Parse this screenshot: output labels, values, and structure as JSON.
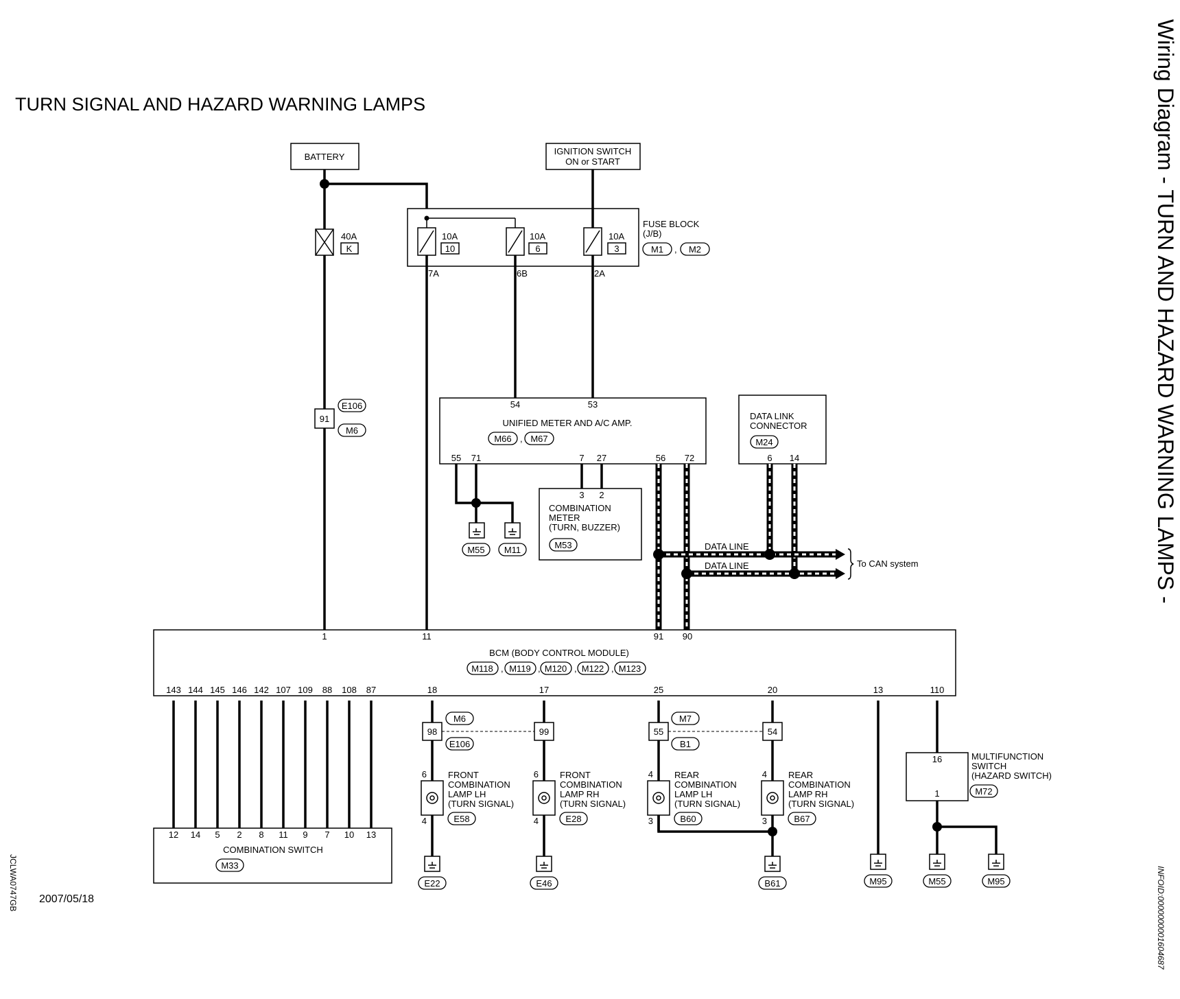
{
  "title": "TURN SIGNAL AND HAZARD WARNING LAMPS",
  "side_title": "Wiring Diagram - TURN AND HAZARD WARNING LAMPS -",
  "code_left": "JCLWA0747GB",
  "code_right": "INFOID:0000000001604687",
  "date": "2007/05/18",
  "battery": "BATTERY",
  "ignition": [
    "IGNITION SWITCH",
    "ON or START"
  ],
  "fuse_block": {
    "label": [
      "FUSE BLOCK",
      "(J/B)"
    ],
    "connectors": [
      "M1",
      "M2"
    ],
    "fuses": [
      {
        "amp": "10A",
        "num": "10",
        "terminal": "7A"
      },
      {
        "amp": "10A",
        "num": "6",
        "terminal": "6B"
      },
      {
        "amp": "10A",
        "num": "3",
        "terminal": "2A"
      }
    ]
  },
  "main_fuse": {
    "amp": "40A",
    "letter": "K"
  },
  "connector_91": {
    "pin": "91",
    "conns": [
      "E106",
      "M6"
    ]
  },
  "meter": {
    "label": "UNIFIED METER AND A/C AMP.",
    "connectors": [
      "M66",
      "M67"
    ],
    "top_pins": [
      "54",
      "53"
    ],
    "bottom_pins": [
      "55",
      "71",
      "7",
      "27",
      "56",
      "72"
    ]
  },
  "combination_meter": {
    "label": [
      "COMBINATION",
      "METER",
      "(TURN, BUZZER)"
    ],
    "connector": "M53",
    "pins": [
      "3",
      "2"
    ]
  },
  "dlc": {
    "label": [
      "DATA LINK",
      "CONNECTOR"
    ],
    "connector": "M24",
    "pins": [
      "6",
      "14"
    ]
  },
  "data_line": [
    "DATA LINE",
    "DATA LINE"
  ],
  "can_label": "To CAN system",
  "meter_grounds": [
    "M55",
    "M11"
  ],
  "bcm": {
    "label": "BCM (BODY CONTROL MODULE)",
    "connectors": [
      "M118",
      "M119",
      "M120",
      "M122",
      "M123"
    ],
    "top_pins": [
      "1",
      "11",
      "91",
      "90"
    ],
    "bottom_left_pins": [
      "143",
      "144",
      "145",
      "146",
      "142",
      "107",
      "109",
      "88",
      "108",
      "87"
    ],
    "bottom_pins": [
      "18",
      "17",
      "25",
      "20",
      "13",
      "110"
    ]
  },
  "combination_switch": {
    "label": "COMBINATION SWITCH",
    "connector": "M33",
    "pins": [
      "12",
      "14",
      "5",
      "2",
      "8",
      "11",
      "9",
      "7",
      "10",
      "13"
    ]
  },
  "joint_front": {
    "pin_lh": "98",
    "pin_rh": "99",
    "conn_top": "M6",
    "conn_bottom": "E106"
  },
  "joint_rear": {
    "pin_lh": "55",
    "pin_rh": "54",
    "conn_top": "M7",
    "conn_bottom": "B1"
  },
  "lamps": [
    {
      "label": [
        "FRONT",
        "COMBINATION",
        "LAMP LH",
        "(TURN SIGNAL)"
      ],
      "connector": "E58",
      "pin_top": "6",
      "pin_bottom": "4",
      "ground": "E22"
    },
    {
      "label": [
        "FRONT",
        "COMBINATION",
        "LAMP RH",
        "(TURN SIGNAL)"
      ],
      "connector": "E28",
      "pin_top": "6",
      "pin_bottom": "4",
      "ground": "E46"
    },
    {
      "label": [
        "REAR",
        "COMBINATION",
        "LAMP LH",
        "(TURN SIGNAL)"
      ],
      "connector": "B60",
      "pin_top": "4",
      "pin_bottom": "3",
      "ground": ""
    },
    {
      "label": [
        "REAR",
        "COMBINATION",
        "LAMP RH",
        "(TURN SIGNAL)"
      ],
      "connector": "B67",
      "pin_top": "4",
      "pin_bottom": "3",
      "ground": "B61"
    }
  ],
  "ground_13": "M95",
  "multifunction_switch": {
    "label": [
      "MULTIFUNCTION",
      "SWITCH",
      "(HAZARD SWITCH)"
    ],
    "connector": "M72",
    "pins": [
      "16",
      "1"
    ],
    "grounds": [
      "M55",
      "M95"
    ]
  }
}
